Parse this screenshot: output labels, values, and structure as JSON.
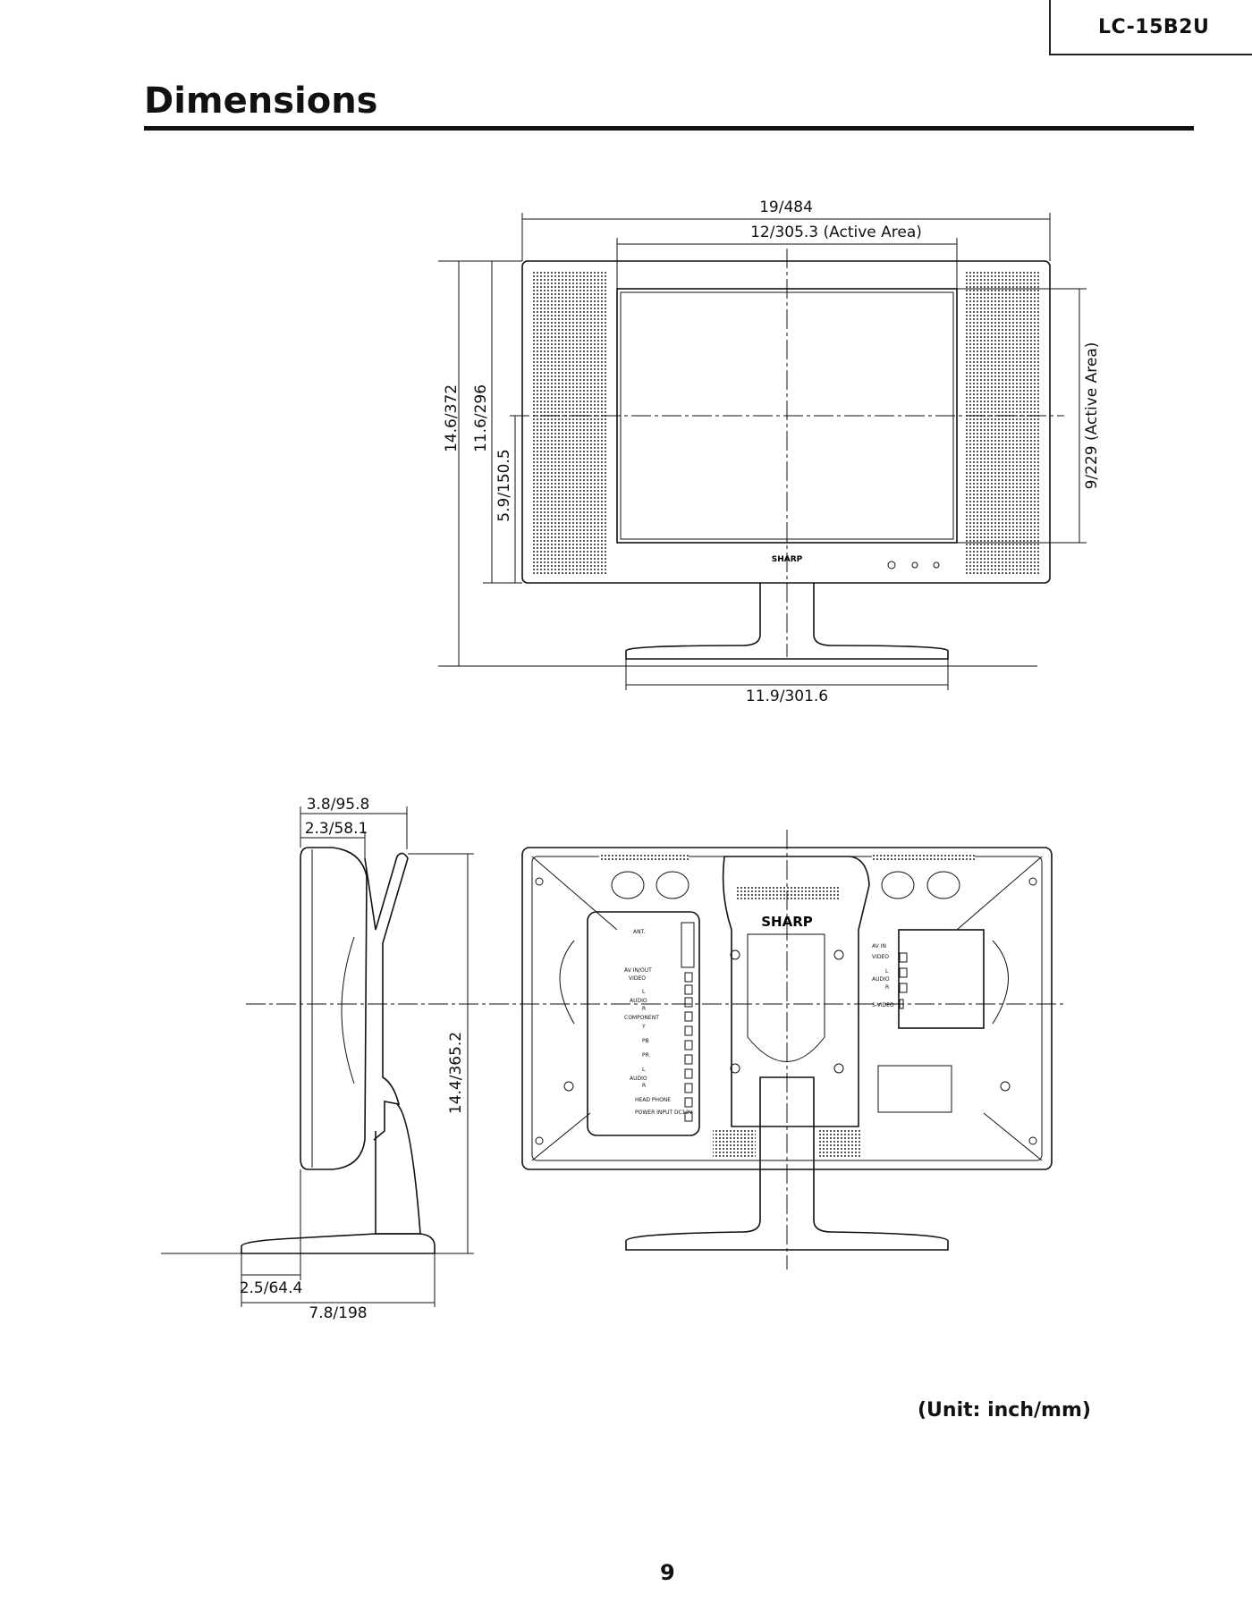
{
  "header": {
    "model": "LC-15B2U",
    "title": "Dimensions"
  },
  "front_view": {
    "overall_width": "19/484",
    "active_width": "12/305.3 (Active Area)",
    "overall_height": "14.6/372",
    "body_height": "11.6/296",
    "center_height": "5.9/150.5",
    "active_height": "9/229 (Active Area)",
    "stand_width": "11.9/301.6",
    "brand": "SHARP"
  },
  "side_view": {
    "depth_overall": "3.8/95.8",
    "depth_panel": "2.3/58.1",
    "height": "14.4/365.2",
    "base_offset": "2.5/64.4",
    "base_depth": "7.8/198"
  },
  "rear_view": {
    "brand": "SHARP",
    "left_jacks": [
      "ANT.",
      "AV IN/OUT",
      "VIDEO",
      "L",
      "AUDIO",
      "R",
      "COMPONENT",
      "Y",
      "PB",
      "PR",
      "L",
      "AUDIO",
      "R",
      "HEAD PHONE",
      "POWER INPUT DC12V"
    ],
    "right_jacks": [
      "AV IN",
      "VIDEO",
      "L",
      "AUDIO",
      "R",
      "S-VIDEO"
    ]
  },
  "footer": {
    "unit_note": "(Unit: inch/mm)",
    "page_number": "9"
  }
}
